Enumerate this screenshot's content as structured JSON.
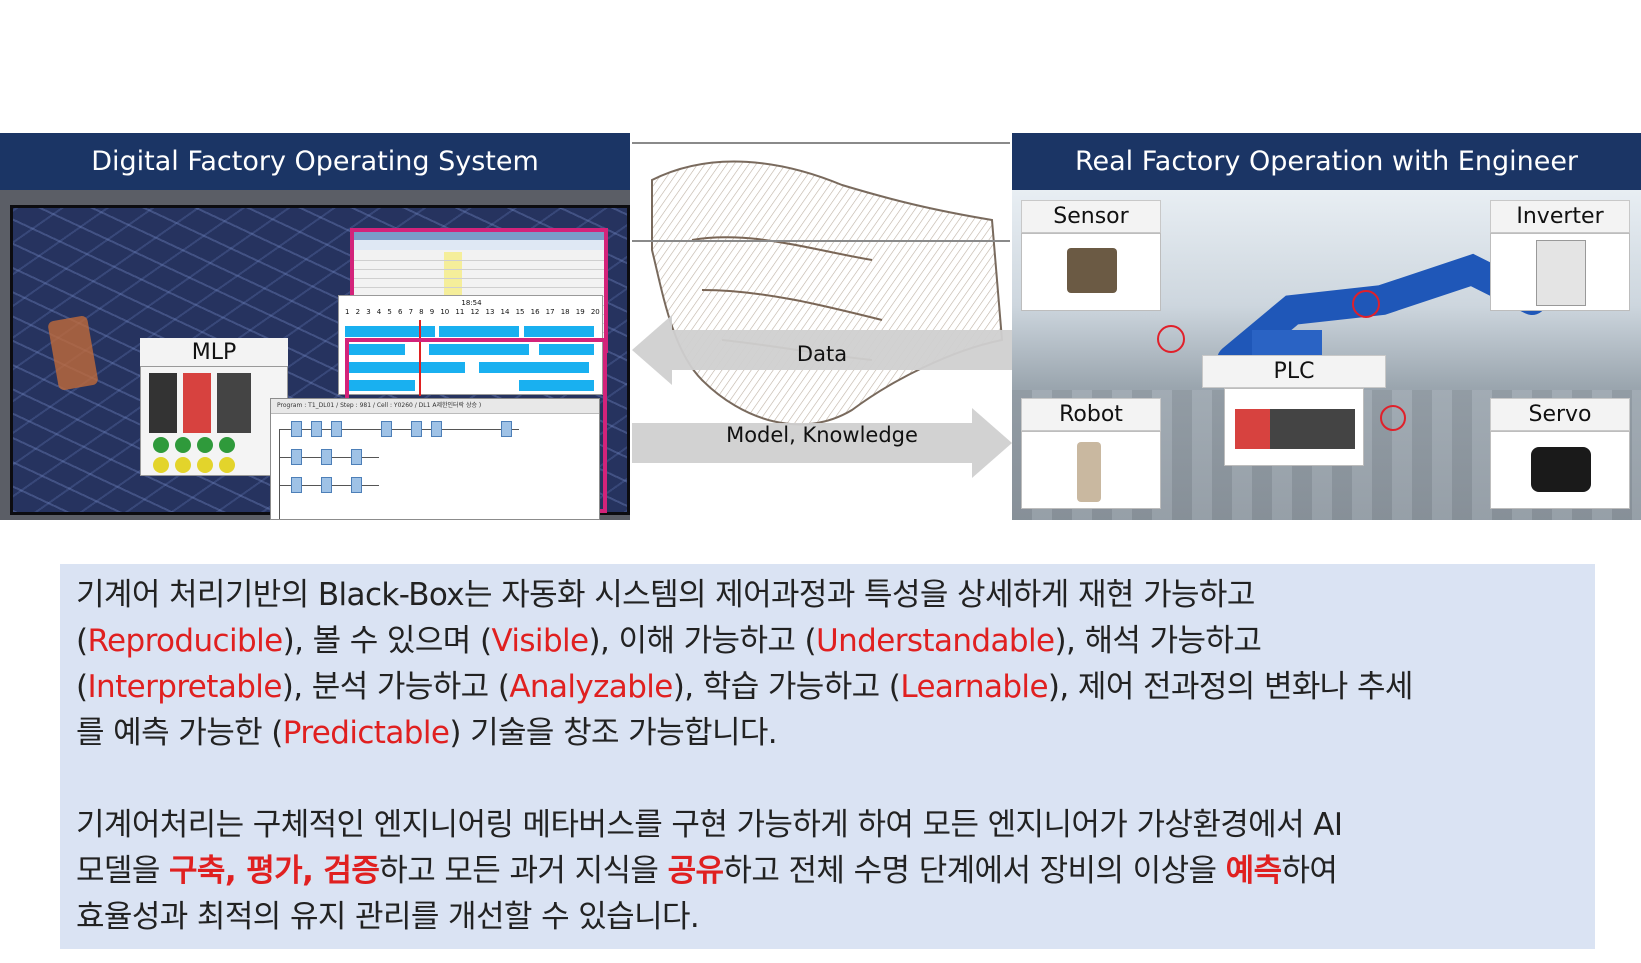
{
  "left_panel": {
    "header": "Digital Factory Operating System",
    "mlp_label": "MLP",
    "gantt_time": "18:54",
    "gantt_ticks": [
      "1",
      "2",
      "3",
      "4",
      "5",
      "6",
      "7",
      "8",
      "9",
      "10",
      "11",
      "12",
      "13",
      "14",
      "15",
      "16",
      "17",
      "18",
      "19",
      "20"
    ],
    "ladder_title": "Program : T1_DL01 / Step : 981 / Cell : Y0260 / DL1 A제한인터락 상승 )"
  },
  "middle": {
    "data_label": "Data",
    "model_label": "Model, Knowledge"
  },
  "right_panel": {
    "header": "Real Factory Operation with Engineer",
    "tags": {
      "sensor": "Sensor",
      "inverter": "Inverter",
      "plc": "PLC",
      "robot": "Robot",
      "servo": "Servo"
    }
  },
  "description": {
    "para1": [
      {
        "t": "기계어 처리기반의 Black-Box는 자동화 시스템의 제어과정과 특성을 상세하게 재현 가능하고",
        "c": ""
      },
      {
        "t": "(",
        "c": ""
      },
      {
        "t": "Reproducible",
        "c": "red"
      },
      {
        "t": "), 볼 수 있으며 (",
        "c": ""
      },
      {
        "t": "Visible",
        "c": "red"
      },
      {
        "t": "), 이해 가능하고 (",
        "c": ""
      },
      {
        "t": "Understandable",
        "c": "red"
      },
      {
        "t": "), 해석 가능하고",
        "c": ""
      },
      {
        "t": "(",
        "c": ""
      },
      {
        "t": "Interpretable",
        "c": "red"
      },
      {
        "t": "), 분석 가능하고 (",
        "c": ""
      },
      {
        "t": "Analyzable",
        "c": "red"
      },
      {
        "t": "), 학습 가능하고 (",
        "c": ""
      },
      {
        "t": "Learnable",
        "c": "red"
      },
      {
        "t": "), 제어 전과정의 변화나 추세",
        "c": ""
      },
      {
        "t": "를 예측 가능한 (",
        "c": ""
      },
      {
        "t": "Predictable",
        "c": "red"
      },
      {
        "t": ") 기술을 창조 가능합니다.",
        "c": ""
      }
    ],
    "para2": [
      {
        "t": "기계어처리는 구체적인 엔지니어링 메타버스를 구현 가능하게 하여  모든 엔지니어가 가상환경에서 AI",
        "c": ""
      },
      {
        "t": "모델을 ",
        "c": ""
      },
      {
        "t": "구축, 평가, 검증",
        "c": "redb"
      },
      {
        "t": "하고 모든 과거 지식을 ",
        "c": ""
      },
      {
        "t": "공유",
        "c": "redb"
      },
      {
        "t": "하고 전체 수명 단계에서 장비의 이상을 ",
        "c": ""
      },
      {
        "t": "예측",
        "c": "redb"
      },
      {
        "t": "하여",
        "c": ""
      },
      {
        "t": "효율성과 최적의 유지 관리를 개선할 수 있습니다.",
        "c": ""
      }
    ]
  }
}
